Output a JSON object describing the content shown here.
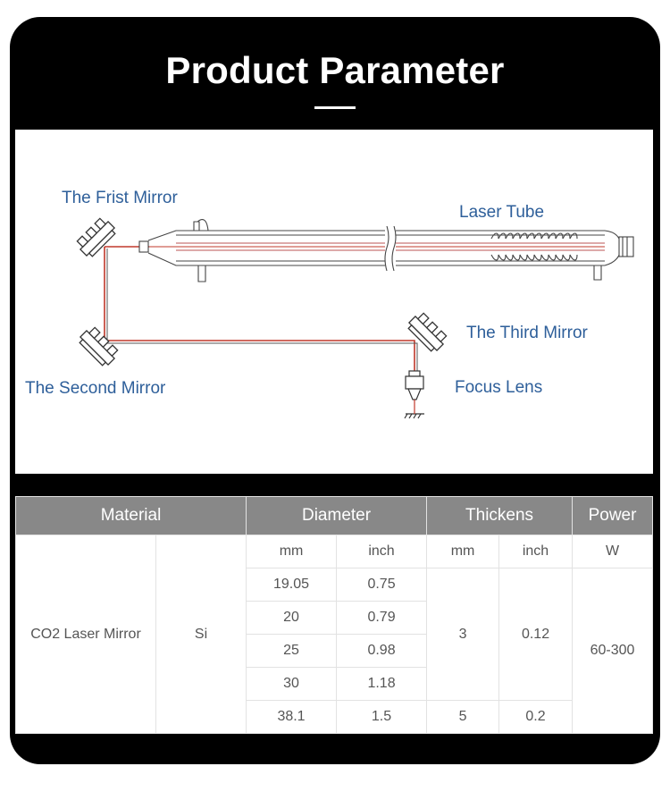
{
  "header": {
    "title": "Product Parameter"
  },
  "diagram": {
    "labels": {
      "first_mirror": "The Frist Mirror",
      "laser_tube": "Laser Tube",
      "second_mirror": "The Second Mirror",
      "third_mirror": "The Third Mirror",
      "focus_lens": "Focus Lens"
    },
    "colors": {
      "beam": "#c0392b",
      "label": "#2e5f9a"
    }
  },
  "table": {
    "headers": {
      "material": "Material",
      "diameter": "Diameter",
      "thickness": "Thickens",
      "power": "Power"
    },
    "units": {
      "diameter_mm": "mm",
      "diameter_inch": "inch",
      "thickness_mm": "mm",
      "thickness_inch": "inch",
      "power": "W"
    },
    "material_name": "CO2 Laser Mirror",
    "substrate": "Si",
    "rows": [
      {
        "d_mm": "19.05",
        "d_inch": "0.75"
      },
      {
        "d_mm": "20",
        "d_inch": "0.79"
      },
      {
        "d_mm": "25",
        "d_inch": "0.98"
      },
      {
        "d_mm": "30",
        "d_inch": "1.18"
      },
      {
        "d_mm": "38.1",
        "d_inch": "1.5"
      }
    ],
    "thickness_group_1": {
      "mm": "3",
      "inch": "0.12"
    },
    "thickness_group_2": {
      "mm": "5",
      "inch": "0.2"
    },
    "power_value": "60-300"
  }
}
